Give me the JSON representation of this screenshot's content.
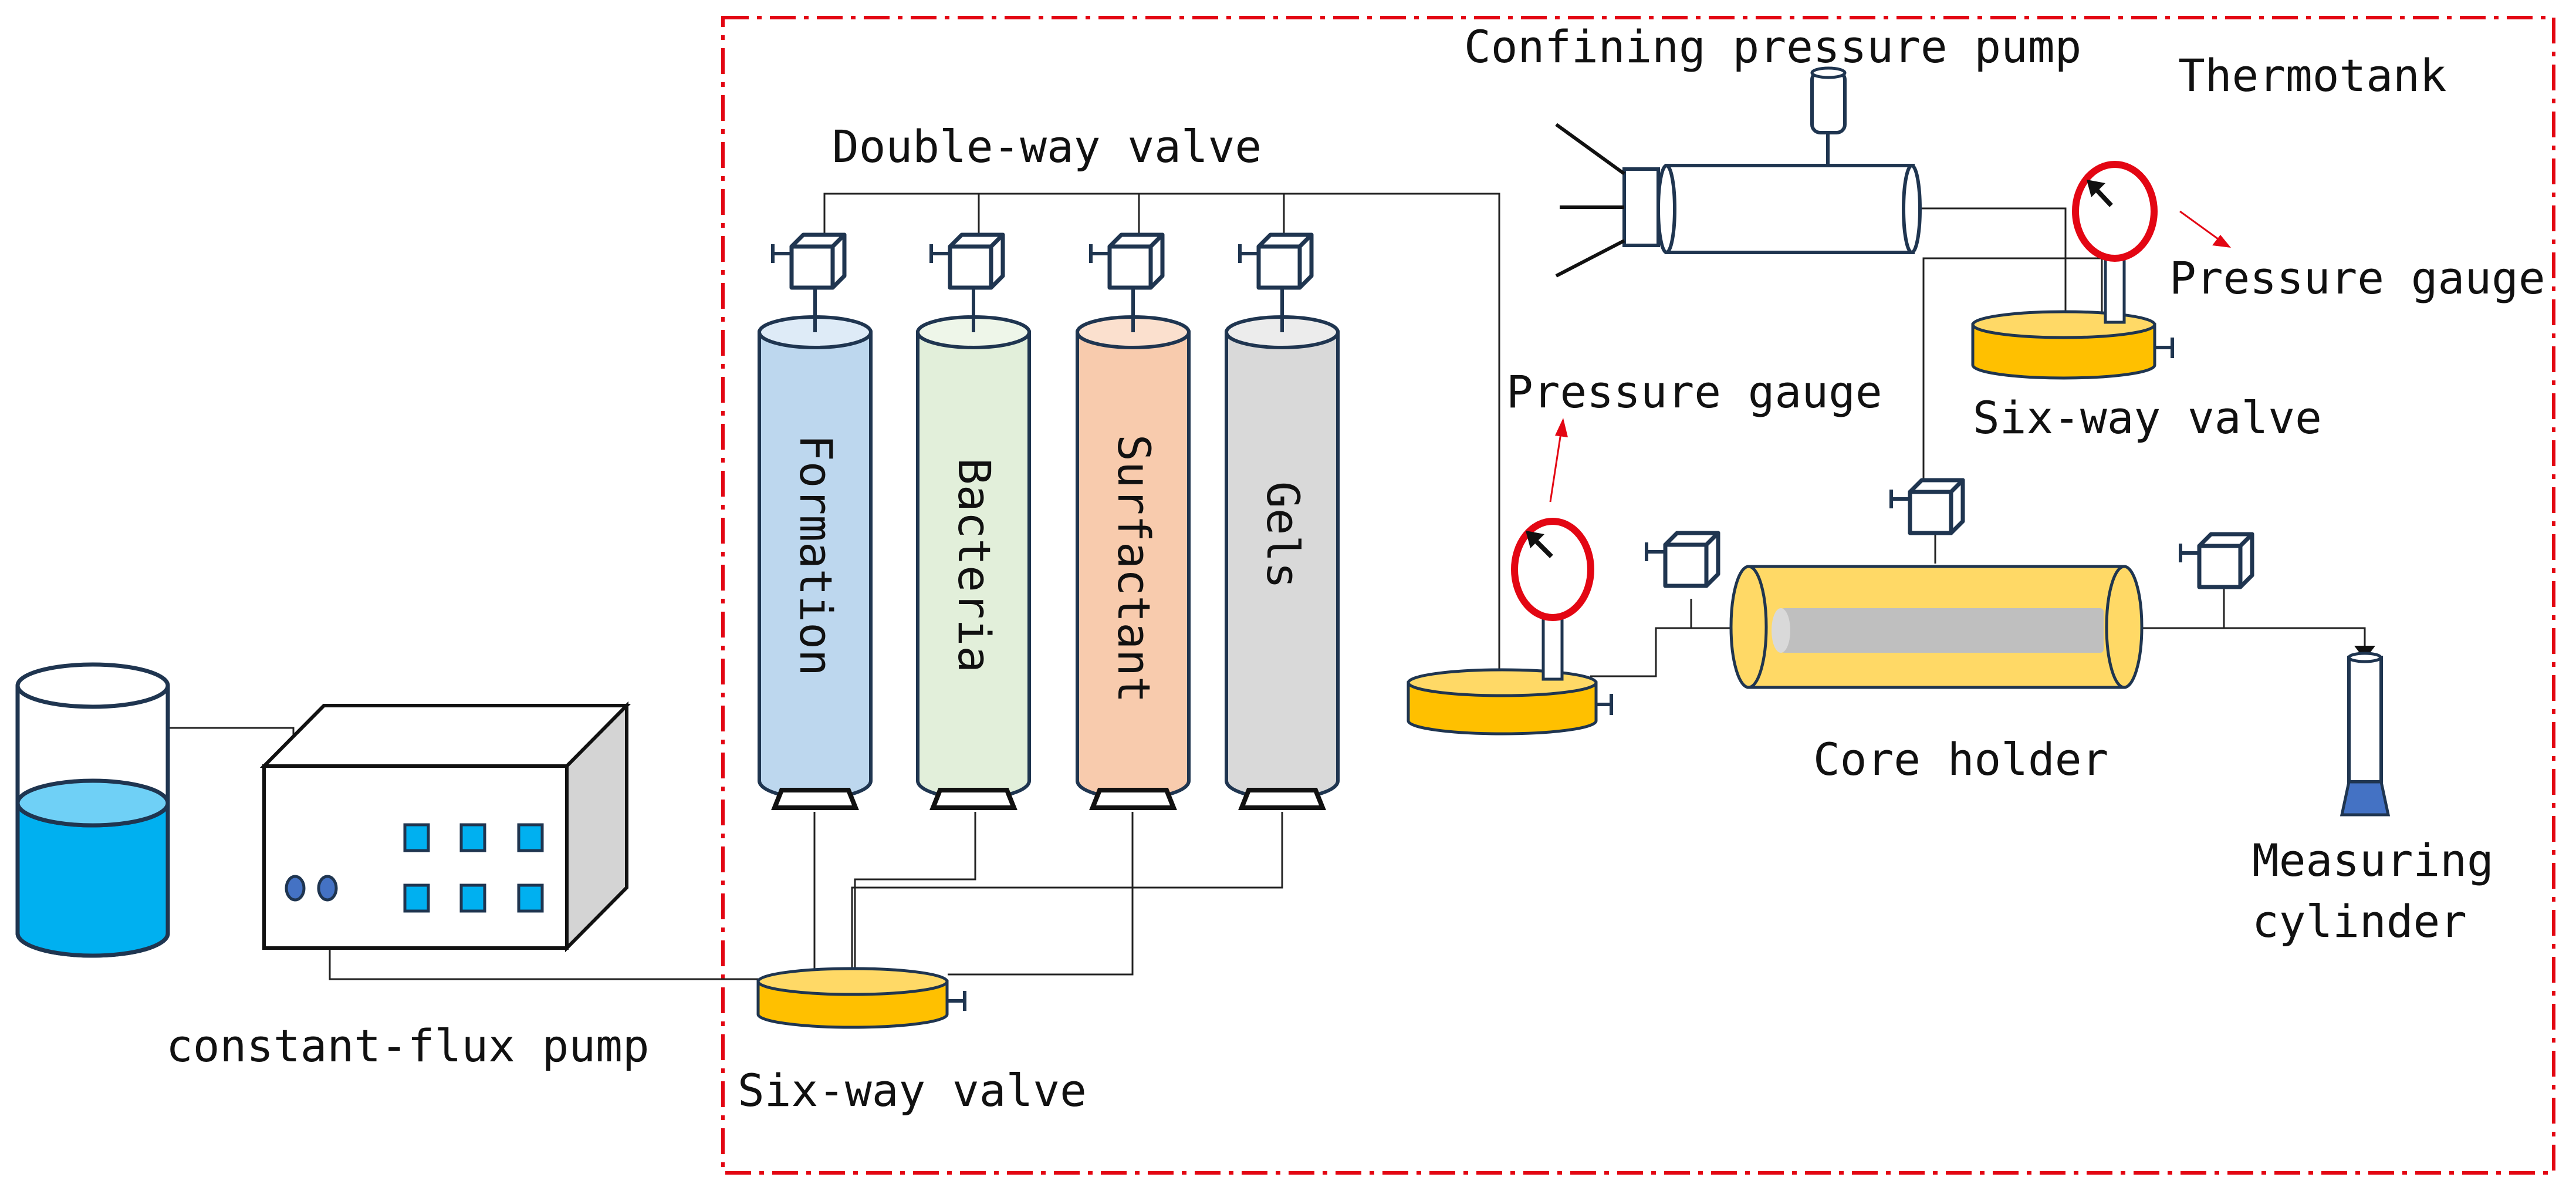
{
  "labels": {
    "confining_pressure_pump": "Confining pressure pump",
    "thermotank": "Thermotank",
    "double_way_valve": "Double-way valve",
    "pressure_gauge_right": "Pressure gauge",
    "pressure_gauge_left": "Pressure gauge",
    "six_way_valve_upper": "Six-way valve",
    "six_way_valve_lower": "Six-way valve",
    "core_holder": "Core holder",
    "measuring_cylinder_line1": "Measuring",
    "measuring_cylinder_line2": "cylinder",
    "constant_flux_pump": "constant-flux pump"
  },
  "containers": [
    {
      "label": "Formation",
      "color": "#bdd7ee"
    },
    {
      "label": "Bacteria",
      "color": "#e2efda"
    },
    {
      "label": "Surfactant",
      "color": "#f8cbad"
    },
    {
      "label": "Gels",
      "color": "#d9d9d9"
    }
  ],
  "colors": {
    "boundary": "#e30613",
    "valve_gold": "#ffc000",
    "core_gold": "#ffd966",
    "core_inner": "#bfbfbf",
    "water": "#00b0f0",
    "pump_button": "#00b0f0",
    "cylinder_base": "#4472c4",
    "gauge_ring": "#e30613",
    "arrow_red": "#e30613"
  }
}
